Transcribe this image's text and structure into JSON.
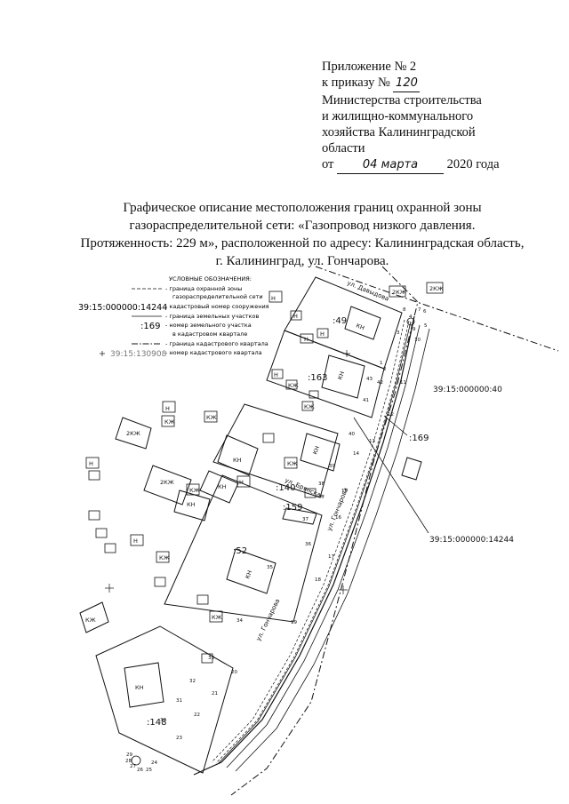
{
  "appendix": {
    "line1": "Приложение № 2",
    "line2_prefix": "к приказу №",
    "order_no": "120",
    "line3": "Министерства строительства",
    "line4": "и жилищно-коммунального",
    "line5": "хозяйства Калининградской",
    "line6": "области",
    "date_prefix": "от",
    "date_handwritten": "04 марта",
    "date_suffix": "2020 года"
  },
  "title": {
    "line1": "Графическое описание местоположения границ охранной зоны",
    "line2": "газораспределительной сети: «Газопровод низкого давления.",
    "line3": "Протяженность: 229 м», расположенной по адресу: Калининградская область,",
    "line4": "г. Калининград, ул. Гончарова."
  },
  "legend": {
    "heading": "УСЛОВНЫЕ ОБОЗНАЧЕНИЯ:",
    "item1a": "- граница охранной зоны",
    "item1b": "газораспределительной сети",
    "item2_code": "39:15:000000:14244",
    "item2": "- кадастровый номер сооружения",
    "item3": "- граница земельных участков",
    "item4_code": ":169",
    "item4a": "- номер земельного участка",
    "item4b": "в кадастровом квартале",
    "item5": "- граница кадастрового квартала",
    "item6_code": "39:15:130908",
    "item6": "- номер кадастрового квартала"
  },
  "map": {
    "streets": {
      "davydova": "ул. Давыдова",
      "bryanskaya": "ул. Брянская",
      "goncharova_upper": "ул. Гончарова",
      "goncharova_lower": "ул. Гончарова"
    },
    "parcels": {
      "p49": ":49",
      "p163": ":163",
      "p169": ":169",
      "p140": ":140",
      "p159": ":159",
      "p52": ":52",
      "p148": ":148"
    },
    "quarter": "39:15:000000:40",
    "structure": "39:15:000000:14244",
    "houses": {
      "n": "Н",
      "kn": "КН",
      "kzh": "КЖ",
      "two_kzh": "2КЖ"
    },
    "points": [
      "1",
      "2",
      "3",
      "4",
      "5",
      "6",
      "7",
      "8",
      "9",
      "10",
      "11",
      "12",
      "13",
      "14",
      "15",
      "16",
      "17",
      "18",
      "19",
      "20",
      "21",
      "22",
      "23",
      "24",
      "25",
      "26",
      "27",
      "28",
      "29",
      "30",
      "31",
      "32",
      "33",
      "34",
      "35",
      "36",
      "37",
      "38",
      "39",
      "40",
      "41",
      "42",
      "43"
    ]
  }
}
